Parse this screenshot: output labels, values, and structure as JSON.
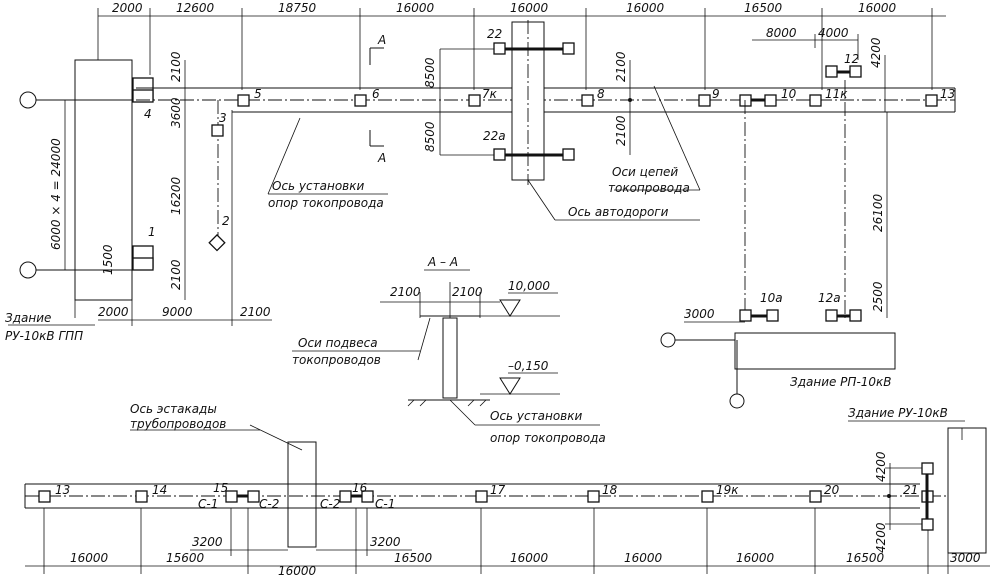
{
  "top_dimensions": [
    "2000",
    "12600",
    "18750",
    "16000",
    "16000",
    "16000",
    "16500",
    "16000"
  ],
  "sub_dimensions": {
    "d8000": "8000",
    "d4000": "4000"
  },
  "vertical_dimensions": {
    "v2100a": "2100",
    "v3600": "3600",
    "v16200": "16200",
    "v1500": "1500",
    "v2100b": "2100",
    "v8500a": "8500",
    "v8500b": "8500",
    "v2100c": "2100",
    "v2100d": "2100",
    "v4200": "4200",
    "v26100": "26100",
    "v2500": "2500",
    "v24000": "6000 × 4 = 24000"
  },
  "left_bottom_dimensions": [
    "2000",
    "9000",
    "2100"
  ],
  "support_labels": {
    "s1": "1",
    "s2": "2",
    "s3": "3",
    "s4": "4",
    "s5": "5",
    "s6": "6",
    "s7": "7к",
    "s8": "8",
    "s9": "9",
    "s10": "10",
    "s11": "11к",
    "s12": "12",
    "s13": "13",
    "s22": "22",
    "s22a": "22а",
    "s10a": "10а",
    "s12a": "12а",
    "b13": "13",
    "b14": "14",
    "b15": "15",
    "b16": "16",
    "b17": "17",
    "b18": "18",
    "b19": "19к",
    "b20": "20",
    "b21": "21"
  },
  "section_marks": {
    "top": "А",
    "bottom": "А"
  },
  "captions": {
    "supports_axis_1": "Ось установки",
    "supports_axis_2": "опор токопровода",
    "chains_1": "Оси цепей",
    "chains_2": "токопровода",
    "road": "Ось автодороги",
    "building_ru_1": "Здание",
    "building_ru_2": "РУ-10кВ ГПП",
    "building_rp": "Здание РП-10кВ",
    "building_ru_right": "Здание РУ-10кВ",
    "estakada_1": "Ось эстакады",
    "estakada_2": "трубопроводов"
  },
  "section_view": {
    "title": "А – А",
    "left": "2100",
    "right": "2100",
    "elev_top": "10,000",
    "elev_bottom": "–0,150",
    "susp_1": "Оси подвеса",
    "susp_2": "токопроводов",
    "sup_1": "Ось установки",
    "sup_2": "опор токопровода"
  },
  "right_small": {
    "d3000": "3000"
  },
  "bottom_labels": {
    "c1a": "С-1",
    "c2a": "С-2",
    "c2b": "С-2",
    "c1b": "С-1",
    "d3200a": "3200",
    "d3200b": "3200",
    "v4200a": "4200",
    "v4200b": "4200"
  },
  "bottom_dimensions": [
    "16000",
    "15600",
    "16000",
    "16500",
    "16000",
    "16000",
    "16000",
    "16500",
    "3000"
  ]
}
